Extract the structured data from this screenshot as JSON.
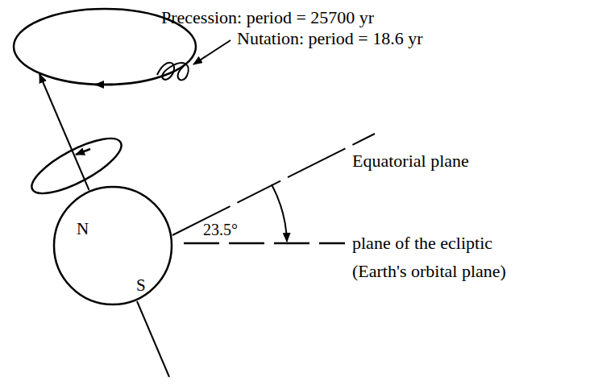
{
  "diagram": {
    "nodes": [
      {
        "text": [
          "N",
          "S"
        ]
      }
    ],
    "labels": [
      "Precession: period = 25700 yr",
      "Nutation: period = 18.6 yr",
      "Equatorial plane",
      "23.5°",
      "plane of the ecliptic (Earth's orbital plane)"
    ]
  }
}
